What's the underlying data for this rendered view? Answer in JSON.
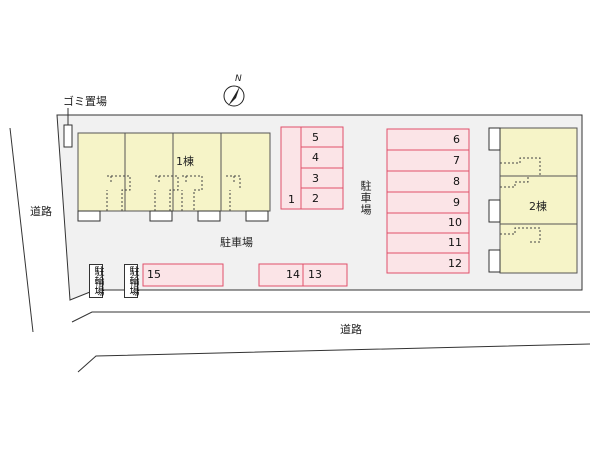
{
  "compass": {
    "north": "N"
  },
  "labels": {
    "garbage": "ゴミ置場",
    "road_left": "道路",
    "road_bottom": "道路",
    "parking_center": "駐車場",
    "parking_vertical": "駐車場",
    "building1": "1棟",
    "building2": "2棟",
    "bike1": "駐輪場",
    "bike2": "駐輪場"
  },
  "parking_spaces": {
    "block_a": [
      "5",
      "4",
      "3",
      "2",
      "1"
    ],
    "block_b": [
      "6",
      "7",
      "8",
      "9",
      "10",
      "11",
      "12"
    ],
    "s15": "15",
    "s14": "14",
    "s13": "13"
  },
  "colors": {
    "building_fill": "#f6f4c8",
    "parking_stroke": "#e0506a",
    "parking_fill": "#fbe4e7",
    "lot_fill": "#f1f1f1",
    "outline": "#333333"
  }
}
